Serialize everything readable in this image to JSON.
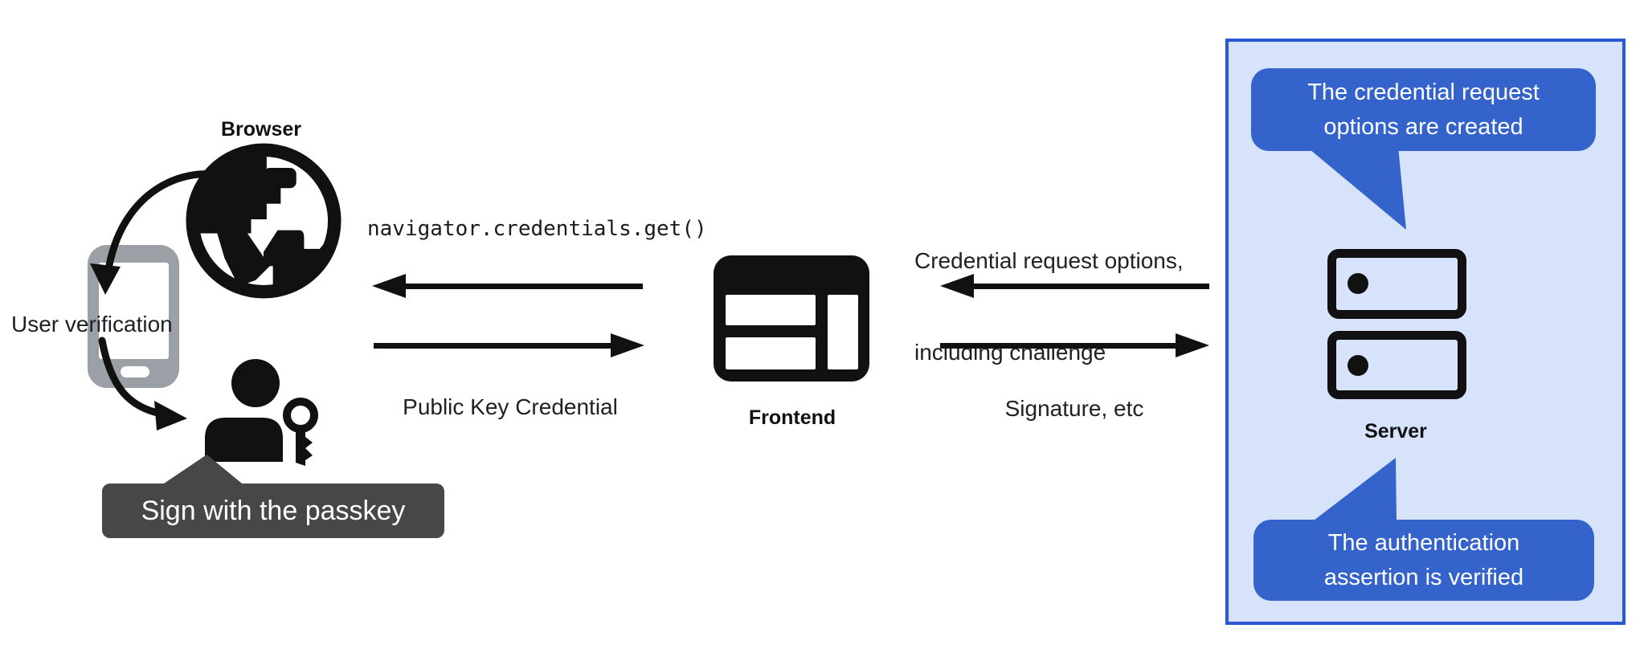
{
  "diagram": {
    "left": {
      "browser_label": "Browser",
      "user_verification_label": "User verification",
      "passkey_tooltip_label": "Sign with the passkey"
    },
    "center": {
      "code_call_label": "navigator.credentials.get()",
      "public_key_credential_label": "Public Key Credential",
      "frontend_label": "Frontend"
    },
    "right": {
      "credential_request_line1": "Credential request options,",
      "credential_request_line2": "including challenge",
      "signature_label": "Signature, etc"
    },
    "server_panel": {
      "top_bubble_line1": "The credential request",
      "top_bubble_line2": "options are created",
      "server_label": "Server",
      "bottom_bubble_line1": "The authentication",
      "bottom_bubble_line2": "assertion is verified"
    },
    "colors": {
      "accent_blue": "#3363cb",
      "panel_background": "#d7e3fb",
      "panel_border": "#2b57d5",
      "tooltip_background": "#474747",
      "icon_black": "#111111",
      "phone_gray": "#9aa0a6",
      "text_dark": "#202124"
    }
  }
}
